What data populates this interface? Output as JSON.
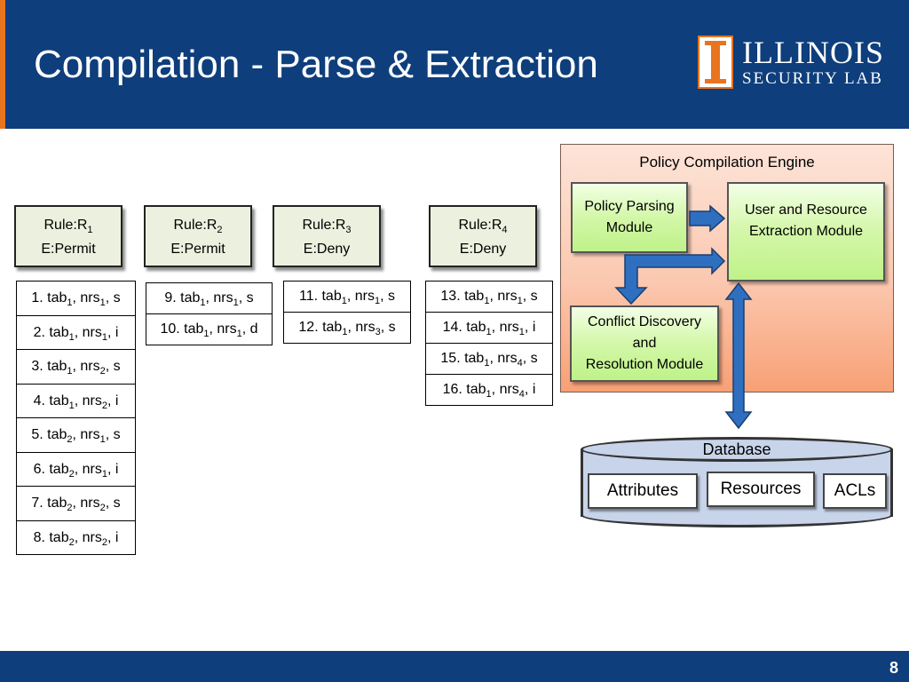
{
  "slide": {
    "title": "Compilation - Parse & Extraction",
    "page_number": "8"
  },
  "logo": {
    "name": "ILLINOIS",
    "sub": "SECURITY LAB"
  },
  "rules": [
    {
      "name": "R",
      "sub": "1",
      "prefix": "Rule:",
      "effect": "E:Permit"
    },
    {
      "name": "R",
      "sub": "2",
      "prefix": "Rule:",
      "effect": "E:Permit"
    },
    {
      "name": "R",
      "sub": "3",
      "prefix": "Rule:",
      "effect": "E:Deny"
    },
    {
      "name": "R",
      "sub": "4",
      "prefix": "Rule:",
      "effect": "E:Deny"
    }
  ],
  "tuples": [
    [
      {
        "n": "1.",
        "tab": "1",
        "nrs": "1",
        "act": "s"
      },
      {
        "n": "2.",
        "tab": "1",
        "nrs": "1",
        "act": "i"
      },
      {
        "n": "3.",
        "tab": "1",
        "nrs": "2",
        "act": "s"
      },
      {
        "n": "4.",
        "tab": "1",
        "nrs": "2",
        "act": "i"
      },
      {
        "n": "5.",
        "tab": "2",
        "nrs": "1",
        "act": "s"
      },
      {
        "n": "6.",
        "tab": "2",
        "nrs": "1",
        "act": "i"
      },
      {
        "n": "7.",
        "tab": "2",
        "nrs": "2",
        "act": "s"
      },
      {
        "n": "8.",
        "tab": "2",
        "nrs": "2",
        "act": "i"
      }
    ],
    [
      {
        "n": "9.",
        "tab": "1",
        "nrs": "1",
        "act": "s"
      },
      {
        "n": "10.",
        "tab": "1",
        "nrs": "1",
        "act": "d"
      }
    ],
    [
      {
        "n": "11.",
        "tab": "1",
        "nrs": "1",
        "act": "s"
      },
      {
        "n": "12.",
        "tab": "1",
        "nrs": "3",
        "act": "s"
      }
    ],
    [
      {
        "n": "13.",
        "tab": "1",
        "nrs": "1",
        "act": "s"
      },
      {
        "n": "14.",
        "tab": "1",
        "nrs": "1",
        "act": "i"
      },
      {
        "n": "15.",
        "tab": "1",
        "nrs": "4",
        "act": "s"
      },
      {
        "n": "16.",
        "tab": "1",
        "nrs": "4",
        "act": "i"
      }
    ]
  ],
  "tuple_words": {
    "tab": "tab",
    "nrs": "nrs"
  },
  "engine": {
    "title": "Policy Compilation Engine",
    "parsing": [
      "Policy Parsing",
      "Module"
    ],
    "extraction": [
      "User and Resource",
      "Extraction Module"
    ],
    "conflict": [
      "Conflict Discovery",
      "and",
      "Resolution Module"
    ]
  },
  "database": {
    "title": "Database",
    "items": [
      "Attributes",
      "Resources",
      "ACLs"
    ]
  },
  "colors": {
    "header": "#0e3e7c",
    "accent": "#e8741e",
    "arrow": "#2e6fc0"
  }
}
